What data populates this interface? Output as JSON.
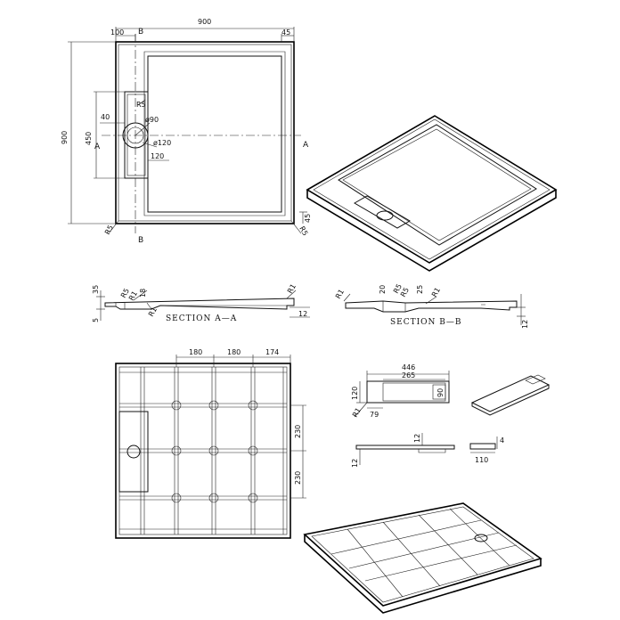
{
  "top_plan": {
    "width": "900",
    "height": "900",
    "d100": "100",
    "d45_top": "45",
    "d45_right": "45",
    "d40": "40",
    "d450": "450",
    "d120": "120",
    "r5": "R5",
    "dia90": "ø90",
    "dia120": "ø120",
    "r5_bl": "R5",
    "r5_br": "R5",
    "section_a": "A",
    "section_b": "B"
  },
  "section_aa": {
    "title": "SECTION A—A",
    "d35": "35",
    "d5": "5",
    "r5": "R5",
    "r1": "R1",
    "d18": "18",
    "r1b": "R1",
    "r1c": "R1",
    "d12": "12"
  },
  "section_bb": {
    "title": "SECTION B—B",
    "r1a": "R1",
    "d20": "20",
    "r5": "R5",
    "r5b": "R5",
    "d25": "25",
    "r1b": "R1",
    "d12": "12"
  },
  "bottom_plan": {
    "d180a": "180",
    "d180b": "180",
    "d174": "174",
    "d230a": "230",
    "d230b": "230"
  },
  "cover": {
    "d446": "446",
    "d265": "265",
    "d120": "120",
    "d90": "90",
    "r1": "R1",
    "d79": "79",
    "d12a": "12",
    "d12b": "12",
    "d4": "4",
    "d110": "110"
  },
  "colors": {
    "line": "#000000",
    "background": "#ffffff"
  }
}
